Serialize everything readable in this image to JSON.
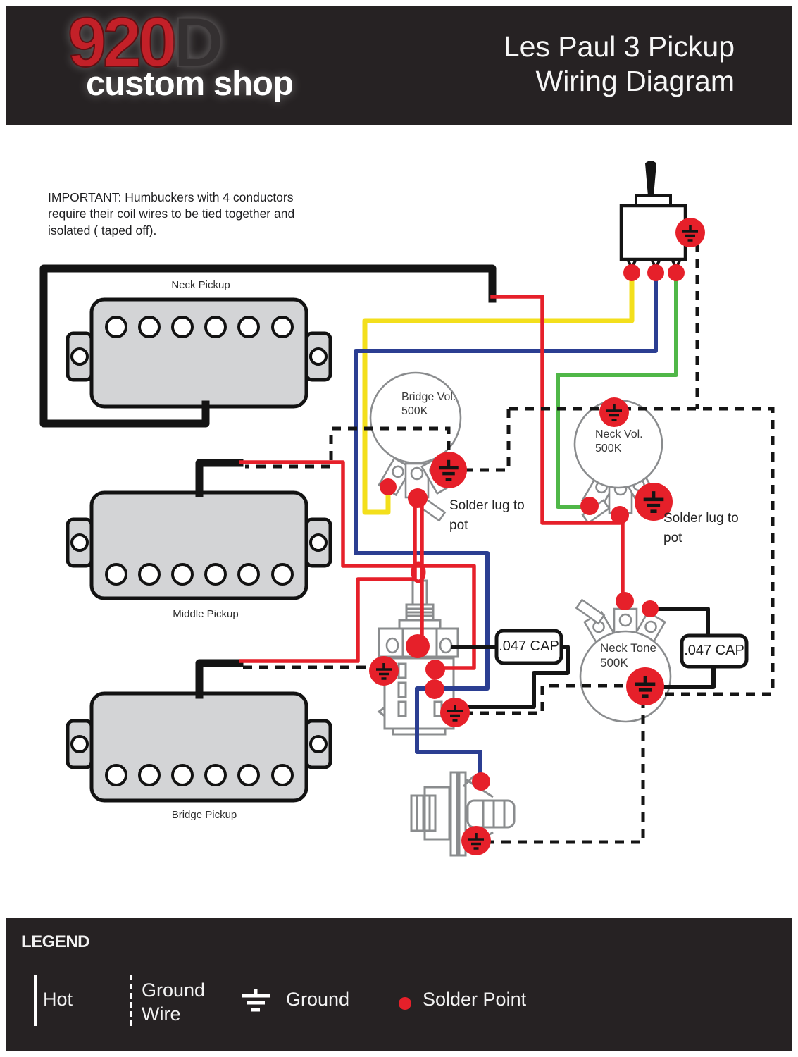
{
  "header": {
    "logo_number": "920",
    "logo_letter": "D",
    "logo_subtitle": "custom shop",
    "title_line1": "Les Paul 3 Pickup",
    "title_line2": "Wiring Diagram"
  },
  "note": {
    "line1": "IMPORTANT: Humbuckers with 4 conductors",
    "line2": "require their coil wires to be tied together and",
    "line3": "isolated ( taped off)."
  },
  "components": {
    "neck_pickup_label": "Neck Pickup",
    "middle_pickup_label": "Middle Pickup",
    "bridge_pickup_label": "Bridge Pickup",
    "bridge_vol_name": "Bridge Vol.",
    "bridge_vol_value": "500K",
    "neck_vol_name": "Neck Vol.",
    "neck_vol_value": "500K",
    "neck_tone_name": "Neck Tone",
    "neck_tone_value": "500K",
    "cap1_label": ".047 CAP",
    "cap2_label": ".047 CAP",
    "solder_note1_line1": "Solder lug to",
    "solder_note1_line2": "pot",
    "solder_note2_line1": "Solder lug to",
    "solder_note2_line2": "pot"
  },
  "legend": {
    "title": "LEGEND",
    "hot": "Hot",
    "ground_wire_line1": "Ground",
    "ground_wire_line2": "Wire",
    "ground": "Ground",
    "solder_point": "Solder Point"
  },
  "colors": {
    "hot": "#e6202a",
    "ground": "#141414",
    "neck_yellow": "#f3df1c",
    "blue": "#2b3e92",
    "green": "#50b748",
    "solder": "#e6202a",
    "pickup_gray": "#d3d4d6",
    "component_gray": "#8a8c8e",
    "header_bg": "#262223",
    "logo_red": "#c32028"
  }
}
